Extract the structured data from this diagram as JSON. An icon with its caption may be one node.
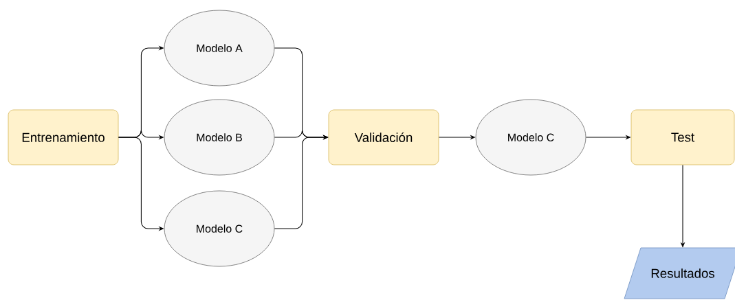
{
  "diagram": {
    "nodes": [
      {
        "text": [
          "Entrenamiento"
        ]
      },
      {
        "text": [
          "Modelo A"
        ]
      },
      {
        "text": [
          "Modelo B"
        ]
      },
      {
        "text": [
          "Modelo C"
        ]
      },
      {
        "text": [
          "Validación"
        ]
      },
      {
        "text": [
          "Modelo C"
        ]
      },
      {
        "text": [
          "Test"
        ]
      },
      {
        "text": [
          "Resultados"
        ]
      }
    ],
    "edges": [
      {
        "from": 0,
        "to": 1,
        "arrow": "to"
      },
      {
        "from": 0,
        "to": 2,
        "arrow": "to"
      },
      {
        "from": 0,
        "to": 3,
        "arrow": "to"
      },
      {
        "from": 1,
        "to": 4,
        "arrow": "to"
      },
      {
        "from": 2,
        "to": 4,
        "arrow": "to"
      },
      {
        "from": 3,
        "to": 4,
        "arrow": "to"
      },
      {
        "from": 4,
        "to": 5,
        "arrow": "to"
      },
      {
        "from": 5,
        "to": 6,
        "arrow": "to"
      },
      {
        "from": 6,
        "to": 7,
        "arrow": "to"
      }
    ]
  }
}
